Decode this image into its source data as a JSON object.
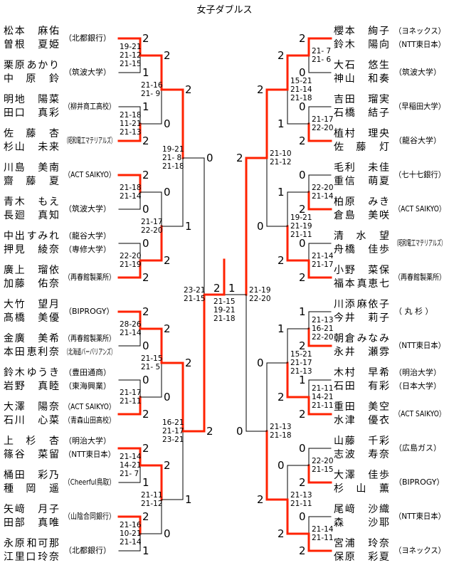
{
  "title": "女子ダブルス",
  "colors": {
    "winner_line": "#ff2200",
    "line": "#000000"
  },
  "left": {
    "entries": [
      {
        "players": [
          "松本 麻佑",
          "曽根 夏姫"
        ],
        "affs": [
          "（北都銀行）"
        ]
      },
      {
        "players": [
          "栗原 あかり",
          "中原 鈴"
        ],
        "affs": [
          "（筑波大学）"
        ]
      },
      {
        "players": [
          "明地 陽菜",
          "田口 真彩"
        ],
        "affs": [
          "（柳井商工高校）"
        ]
      },
      {
        "players": [
          "佐藤 杏",
          "杉山 未来"
        ],
        "affs": [
          "（昭和電工マテリアルズ）"
        ]
      },
      {
        "players": [
          "川島 美南",
          "齋藤 夏"
        ],
        "affs": [
          "（ACT SAIKYO）"
        ]
      },
      {
        "players": [
          "青木 もえ",
          "長廻 真知"
        ],
        "affs": [
          "（筑波大学）"
        ]
      },
      {
        "players": [
          "中出 すみれ",
          "押見 綾奈"
        ],
        "affs": [
          "（龍谷大学）",
          "（専修大学）"
        ]
      },
      {
        "players": [
          "廣上 瑠依",
          "加藤 佑奈"
        ],
        "affs": [
          "（再春館製薬所）"
        ]
      },
      {
        "players": [
          "大竹 望月",
          "髙橋 美優"
        ],
        "affs": [
          "（BIPROGY）"
        ]
      },
      {
        "players": [
          "金廣 美希",
          "本田 恵利奈"
        ],
        "affs": [
          "（再春館製薬所）",
          "（北海道バーバリアンズ）"
        ]
      },
      {
        "players": [
          "鈴木 ゆうき",
          "岩野 真睦"
        ],
        "affs": [
          "（豊田通商）",
          "（東海興業）"
        ]
      },
      {
        "players": [
          "大澤 陽奈",
          "石川 心菜"
        ],
        "affs": [
          "（ACT SAIKYO）",
          "（青森山田高校）"
        ]
      },
      {
        "players": [
          "上杉 杏",
          "篠谷 菜留"
        ],
        "affs": [
          "（明治大学）",
          "（NTT東日本）"
        ]
      },
      {
        "players": [
          "桶田 彩乃",
          "種岡 遥"
        ],
        "affs": [
          "（Cheerful鳥取）"
        ]
      },
      {
        "players": [
          "矢﨑 月子",
          "田部 真唯"
        ],
        "affs": [
          "（山陰合同銀行）"
        ]
      },
      {
        "players": [
          "永原 和可那",
          "江里口 玲奈"
        ],
        "affs": [
          "（北都銀行）"
        ]
      }
    ],
    "rounds": [
      [
        {
          "scores": [
            "2",
            "1"
          ],
          "winner": 0,
          "games": [
            "19-21",
            "21-12",
            "21-15"
          ]
        },
        {
          "scores": [
            "1",
            "2"
          ],
          "winner": 1,
          "games": [
            "21-18",
            "11-21",
            "21-13"
          ]
        },
        {
          "scores": [
            "2",
            "0"
          ],
          "winner": 0,
          "games": [
            "21-18",
            "21-14"
          ]
        },
        {
          "scores": [
            "0",
            "2"
          ],
          "winner": 1,
          "games": [
            "22-20",
            "21-19"
          ]
        },
        {
          "scores": [
            "2",
            "0"
          ],
          "winner": 0,
          "games": [
            "28-26",
            "21-14"
          ]
        },
        {
          "scores": [
            "0",
            "2"
          ],
          "winner": 1,
          "games": [
            "21-17",
            "21-11"
          ]
        },
        {
          "scores": [
            "2",
            "1"
          ],
          "winner": 0,
          "games": [
            "21-14",
            "14-21",
            "21- 7"
          ]
        },
        {
          "scores": [
            "2",
            "1"
          ],
          "winner": 0,
          "games": [
            "21-16",
            "10-21",
            "21-14"
          ]
        }
      ],
      [
        {
          "scores": [
            "2",
            "0"
          ],
          "winner": 0,
          "games": [
            "21-16",
            "21- 9"
          ]
        },
        {
          "scores": [
            "0",
            "2"
          ],
          "winner": 1,
          "games": [
            "21-17",
            "22-20"
          ]
        },
        {
          "scores": [
            "2",
            "0"
          ],
          "winner": 0,
          "games": [
            "21-15",
            "21- 5"
          ]
        },
        {
          "scores": [
            "2",
            "0"
          ],
          "winner": 0,
          "games": [
            "21-11",
            "21-12"
          ]
        }
      ],
      [
        {
          "scores": [
            "2",
            "1"
          ],
          "winner": 0,
          "games": [
            "19-21",
            "21- 8",
            "21-18"
          ]
        },
        {
          "scores": [
            "2",
            "1"
          ],
          "winner": 0,
          "games": [
            "16-21",
            "21-17",
            "23-21"
          ]
        }
      ],
      [
        {
          "scores": [
            "0",
            "2"
          ],
          "winner": 1,
          "games": [
            "23-21",
            "21-15"
          ]
        }
      ]
    ]
  },
  "right": {
    "entries": [
      {
        "players": [
          "櫻本 絢子",
          "鈴木 陽向"
        ],
        "affs": [
          "（ヨネックス）",
          "（NTT東日本）"
        ]
      },
      {
        "players": [
          "大石 悠生",
          "神山 和奏"
        ],
        "affs": [
          "（筑波大学）"
        ]
      },
      {
        "players": [
          "吉田 瑠実",
          "石橋 結子"
        ],
        "affs": [
          "（早稲田大学）"
        ]
      },
      {
        "players": [
          "植村 理央",
          "佐藤 灯"
        ],
        "affs": [
          "（龍谷大学）"
        ]
      },
      {
        "players": [
          "毛利 未佳",
          "重信 萌夏"
        ],
        "affs": [
          "（七十七銀行）"
        ]
      },
      {
        "players": [
          "柏原 みき",
          "倉島 美咲"
        ],
        "affs": [
          "（ACT SAIKYO）"
        ]
      },
      {
        "players": [
          "清水 望",
          "舟橋 佳歩"
        ],
        "affs": [
          "（昭和電工マテリアルズ）"
        ]
      },
      {
        "players": [
          "小野 菜保",
          "福本 真恵七"
        ],
        "affs": [
          "（再春館製薬所）"
        ]
      },
      {
        "players": [
          "川添 麻依子",
          "今井 莉子"
        ],
        "affs": [
          "（ 丸 杉 ）"
        ]
      },
      {
        "players": [
          "朝倉 みなみ",
          "永井 瀬雰"
        ],
        "affs": [
          "（NTT東日本）"
        ]
      },
      {
        "players": [
          "木村 早希",
          "石田 有彩"
        ],
        "affs": [
          "（明治大学）",
          "（日本大学）"
        ]
      },
      {
        "players": [
          "重田 美空",
          "水津 優衣"
        ],
        "affs": [
          "（ACT SAIKYO）"
        ]
      },
      {
        "players": [
          "山藤 千彩",
          "志波 寿奈"
        ],
        "affs": [
          "（広島ガス）"
        ]
      },
      {
        "players": [
          "大澤 佳歩",
          "杉山 薫"
        ],
        "affs": [
          "（BIPROGY）"
        ]
      },
      {
        "players": [
          "尾﨑 沙織",
          "森 沙耶"
        ],
        "affs": [
          "（NTT東日本）"
        ]
      },
      {
        "players": [
          "宮浦 玲奈",
          "保原 彩夏"
        ],
        "affs": [
          "（ヨネックス）"
        ]
      }
    ],
    "rounds": [
      [
        {
          "scores": [
            "2",
            "0"
          ],
          "winner": 0,
          "games": [
            "21- 7",
            "21- 6"
          ]
        },
        {
          "scores": [
            "0",
            "2"
          ],
          "winner": 1,
          "games": [
            "21-17",
            "22-20"
          ]
        },
        {
          "scores": [
            "0",
            "2"
          ],
          "winner": 1,
          "games": [
            "22-20",
            "21-14"
          ]
        },
        {
          "scores": [
            "0",
            "2"
          ],
          "winner": 1,
          "games": [
            "21-14",
            "21-17"
          ]
        },
        {
          "scores": [
            "1",
            "2"
          ],
          "winner": 1,
          "games": [
            "21-13",
            "16-21",
            "22-20"
          ]
        },
        {
          "scores": [
            "1",
            "2"
          ],
          "winner": 1,
          "games": [
            "21-11",
            "14-21",
            "21-11"
          ]
        },
        {
          "scores": [
            "0",
            "2"
          ],
          "winner": 1,
          "games": [
            "22-20",
            "21-15"
          ]
        },
        {
          "scores": [
            "0",
            "2"
          ],
          "winner": 1,
          "games": [
            "21-14",
            "21-11"
          ]
        }
      ],
      [
        {
          "scores": [
            "2",
            "1"
          ],
          "winner": 0,
          "games": [
            "15-21",
            "21-14",
            "21-18"
          ]
        },
        {
          "scores": [
            "1",
            "2"
          ],
          "winner": 1,
          "games": [
            "19-21",
            "21-19",
            "21-11"
          ]
        },
        {
          "scores": [
            "1",
            "2"
          ],
          "winner": 1,
          "games": [
            "15-21",
            "21-17",
            "21-13"
          ]
        },
        {
          "scores": [
            "0",
            "2"
          ],
          "winner": 1,
          "games": [
            "21-13",
            "21-11"
          ]
        }
      ],
      [
        {
          "scores": [
            "2",
            "0"
          ],
          "winner": 0,
          "games": [
            "21-10",
            "21-12"
          ]
        },
        {
          "scores": [
            "0",
            "2"
          ],
          "winner": 1,
          "games": [
            "21-13",
            "21-18"
          ]
        }
      ],
      [
        {
          "scores": [
            "2",
            "0"
          ],
          "winner": 0,
          "games": [
            "21-19",
            "22-20"
          ]
        }
      ]
    ]
  },
  "final": {
    "scores": [
      "2",
      "1"
    ],
    "winner": "left",
    "games": [
      "21-15",
      "19-21",
      "21-18"
    ]
  }
}
